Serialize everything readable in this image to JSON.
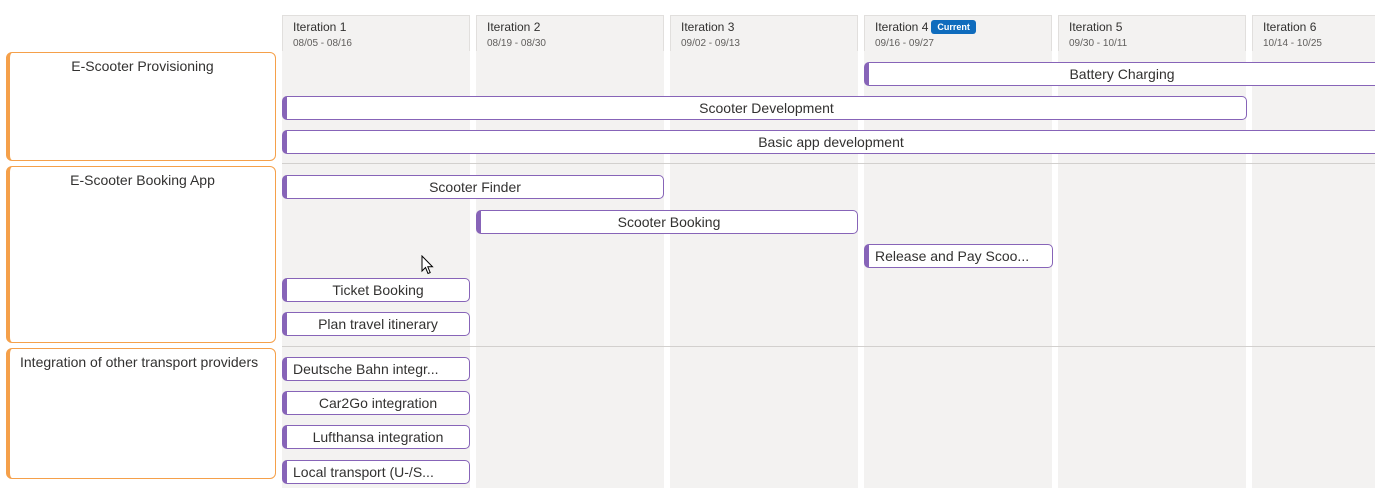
{
  "iterations": [
    {
      "name": "Iteration 1",
      "dates": "08/05 - 08/16",
      "current": false
    },
    {
      "name": "Iteration 2",
      "dates": "08/19 - 08/30",
      "current": false
    },
    {
      "name": "Iteration 3",
      "dates": "09/02 - 09/13",
      "current": false
    },
    {
      "name": "Iteration 4",
      "dates": "09/16 - 09/27",
      "current": true
    },
    {
      "name": "Iteration 5",
      "dates": "09/30 - 10/11",
      "current": false
    },
    {
      "name": "Iteration 6",
      "dates": "10/14 - 10/25",
      "current": false
    }
  ],
  "current_badge": "Current",
  "epics": [
    {
      "title": "E-Scooter Provisioning",
      "features": [
        "Battery Charging",
        "Scooter Development",
        "Basic app development"
      ]
    },
    {
      "title": "E-Scooter Booking App",
      "features": [
        "Scooter Finder",
        "Scooter Booking",
        "Release and Pay Scoo...",
        "Ticket Booking",
        "Plan travel itinerary"
      ]
    },
    {
      "title": "Integration of other transport providers",
      "features": [
        "Deutsche Bahn integr...",
        "Car2Go integration",
        "Lufthansa integration",
        "Local transport (U-/S..."
      ]
    }
  ],
  "colors": {
    "epic_accent": "#f5a04a",
    "feature_accent": "#8764b8",
    "current_badge": "#0f6cbd",
    "column_bg": "#f3f2f1"
  }
}
